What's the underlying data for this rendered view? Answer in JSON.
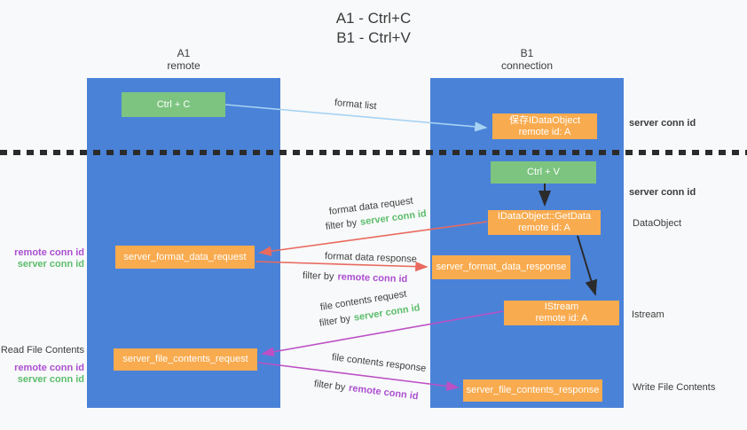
{
  "title": {
    "line1": "A1 - Ctrl+C",
    "line2": "B1 - Ctrl+V"
  },
  "lanes": {
    "a1": {
      "name": "A1",
      "role": "remote"
    },
    "b1": {
      "name": "B1",
      "role": "connection"
    }
  },
  "boxes": {
    "ctrl_c": "Ctrl + C",
    "ctrl_v": "Ctrl + V",
    "save_idataobject": {
      "line1": "保存IDataObject",
      "line2": "remote id: A"
    },
    "getdata": {
      "line1": "IDataObject::GetData",
      "line2": "remote id: A"
    },
    "istream": {
      "line1": "IStream",
      "line2": "remote id: A"
    },
    "format_request": "server_format_data_request",
    "format_response": "server_format_data_response",
    "file_request": "server_file_contents_request",
    "file_response": "server_file_contents_response"
  },
  "arrows": {
    "format_list": "format list",
    "format_data_request": "format data request",
    "format_data_response": "format data response",
    "file_contents_request": "file contents request",
    "file_contents_response": "file contents response",
    "filter_by": "filter by",
    "server_conn_id": "server conn id",
    "remote_conn_id": "remote conn id"
  },
  "side_labels": {
    "right_top_conn": "server conn id",
    "right_mid_conn": "server conn id",
    "dataobject": "DataObject",
    "istream": "Istream",
    "write_file": "Write File Contents",
    "read_file": "Read File Contents",
    "left_remote_conn_1": "remote conn id",
    "left_server_conn_1": "server conn id",
    "left_remote_conn_2": "remote conn id",
    "left_server_conn_2": "server conn id"
  },
  "colors": {
    "lane_blue": "#4a82d8",
    "green_box": "#7cc47f",
    "orange_box": "#f9ab4f",
    "green_text": "#5cbd6b",
    "purple_text": "#ab4fd0",
    "red_arrow": "#e96a5f",
    "magenta_arrow": "#bc50c5",
    "light_blue_arrow": "#a6d3f2",
    "black": "#2b2b2b"
  }
}
